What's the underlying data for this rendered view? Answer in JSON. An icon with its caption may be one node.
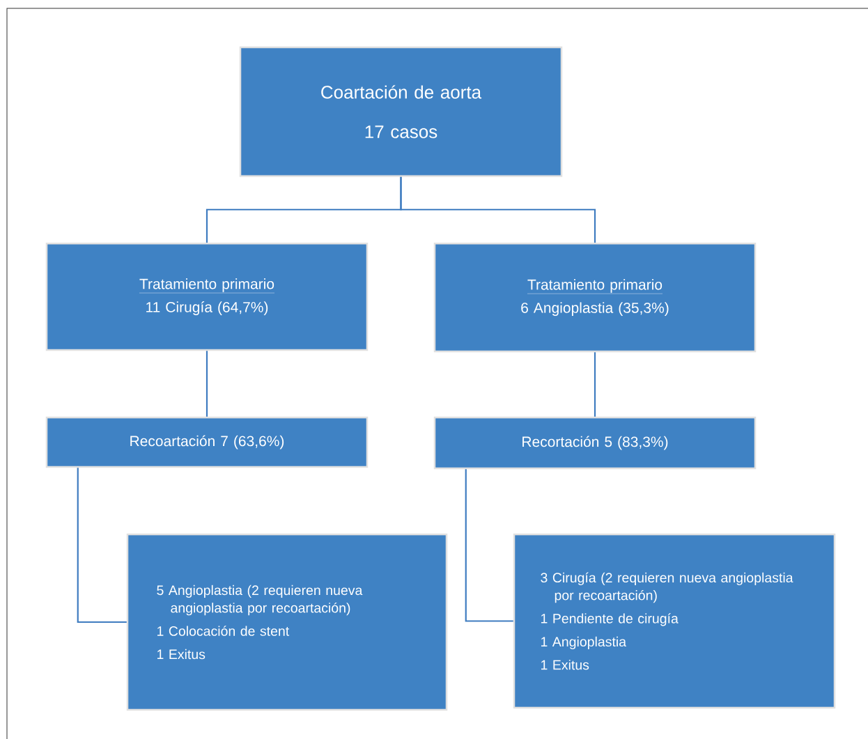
{
  "diagram": {
    "nodes": [
      {
        "text": [
          "Coartación de aorta",
          "17 casos"
        ]
      },
      {
        "text": [
          "Tratamiento primario",
          "11 Cirugía (64,7%)"
        ]
      },
      {
        "text": [
          "Tratamiento primario",
          "6 Angioplastia (35,3%)"
        ]
      },
      {
        "text": [
          "Recoartación 7 (63,6%)"
        ]
      },
      {
        "text": [
          "Recortación 5 (83,3%)"
        ]
      },
      {
        "text": [
          "5 Angioplastia (2 requieren nueva angioplastia por recoartación)",
          "1 Colocación de stent",
          "1 Exitus"
        ]
      },
      {
        "text": [
          "3 Cirugía (2 requieren nueva angioplastia por recoartación)",
          "1 Pendiente de cirugía",
          "1 Angioplastia",
          "1 Exitus"
        ]
      }
    ],
    "edges": [
      {
        "from": 0,
        "to": 1,
        "arrow": "none"
      },
      {
        "from": 0,
        "to": 2,
        "arrow": "none"
      },
      {
        "from": 1,
        "to": 3,
        "arrow": "none"
      },
      {
        "from": 2,
        "to": 4,
        "arrow": "none"
      },
      {
        "from": 3,
        "to": 5,
        "arrow": "none"
      },
      {
        "from": 4,
        "to": 6,
        "arrow": "none"
      }
    ]
  }
}
